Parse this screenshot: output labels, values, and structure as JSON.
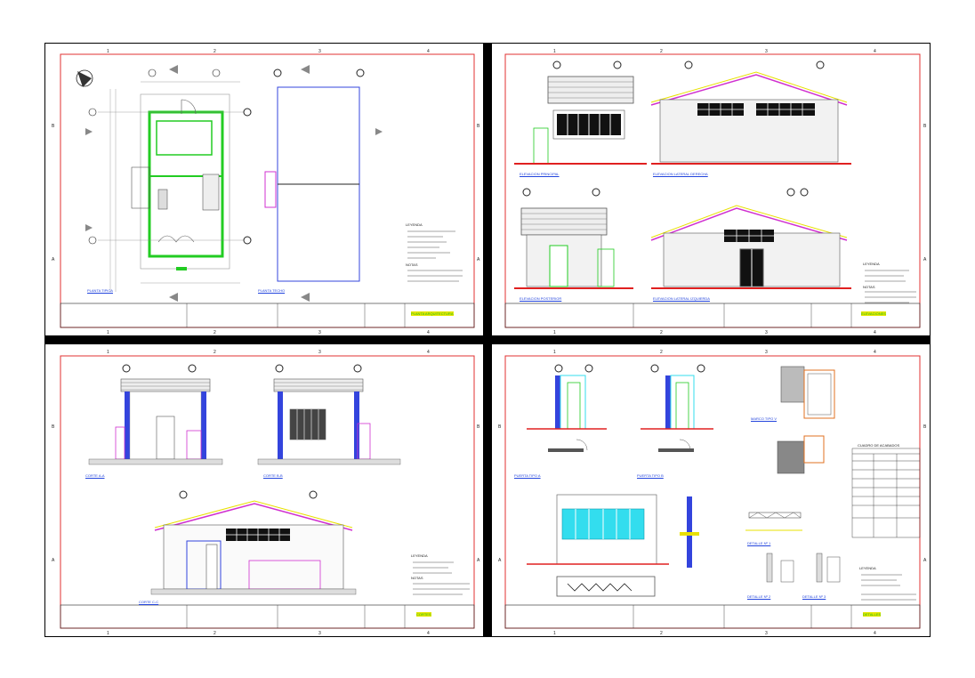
{
  "sheets": [
    {
      "id": "sheet-1",
      "view_titles": [
        "PLANTA TIPICA",
        "PLANTA TECHO"
      ],
      "legend_title": "LEYENDA",
      "notes_title": "NOTAS",
      "title_block": "PLANTA ARQUITECTURA"
    },
    {
      "id": "sheet-2",
      "view_titles": [
        "ELEVACION PRINCIPAL",
        "ELEVACION LATERAL DERECHA",
        "ELEVACION POSTERIOR",
        "ELEVACION LATERAL IZQUIERDA"
      ],
      "legend_title": "LEYENDA",
      "notes_title": "NOTAS",
      "title_block": "ELEVACIONES"
    },
    {
      "id": "sheet-3",
      "view_titles": [
        "CORTE A-A",
        "CORTE B-B",
        "CORTE C-C"
      ],
      "legend_title": "LEYENDA",
      "notes_title": "NOTAS",
      "title_block": "CORTES"
    },
    {
      "id": "sheet-4",
      "view_titles": [
        "PUERTA TIPO A",
        "PUERTA TIPO B",
        "MARCO TIPO V",
        "DETALLE Nº 1",
        "DETALLE Nº 2",
        "DETALLE Nº 3"
      ],
      "schedule_title": "CUADRO DE ACABADOS",
      "legend_title": "LEYENDA",
      "title_block": "DETALLES"
    }
  ],
  "grid_numbers": [
    "1",
    "2",
    "3",
    "4"
  ],
  "grid_letters": [
    "A",
    "B"
  ],
  "colors": {
    "border_red": "#e03030",
    "wall_green": "#22cc22",
    "dim_gray": "#8a8a8a",
    "roof_magenta": "#d030d0",
    "roof_yellow": "#e8e000",
    "glass_cyan": "#33ddee",
    "wall_blue": "#3344dd",
    "floor_red": "#e02020",
    "hatch_dark": "#333333",
    "title_green": "#1fbf1f",
    "title_yellow": "#e6e600"
  }
}
